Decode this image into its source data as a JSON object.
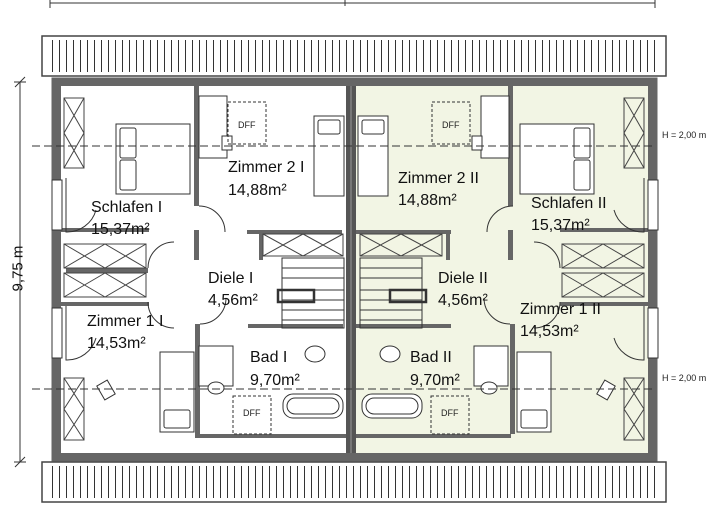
{
  "dimensions": {
    "depth": "9,75 m"
  },
  "height_marks": [
    "H = 2,00 m",
    "H = 2,00 m"
  ],
  "rooms": [
    {
      "name": "Schlafen I",
      "area": "15,37m²"
    },
    {
      "name": "Zimmer 2 I",
      "area": "14,88m²"
    },
    {
      "name": "Diele I",
      "area": "4,56m²"
    },
    {
      "name": "Zimmer 1 I",
      "area": "14,53m²"
    },
    {
      "name": "Bad I",
      "area": "9,70m²"
    },
    {
      "name": "Zimmer 2 II",
      "area": "14,88m²"
    },
    {
      "name": "Schlafen II",
      "area": "15,37m²"
    },
    {
      "name": "Diele II",
      "area": "4,56m²"
    },
    {
      "name": "Zimmer 1 II",
      "area": "14,53m²"
    },
    {
      "name": "Bad II",
      "area": "9,70m²"
    }
  ],
  "skylights": [
    "DFF",
    "DFF",
    "DFF",
    "DFF"
  ],
  "colors": {
    "unit_ii_fill": "#f2f5e4",
    "wall": "#555555",
    "roof_fill": "#ffffff"
  }
}
